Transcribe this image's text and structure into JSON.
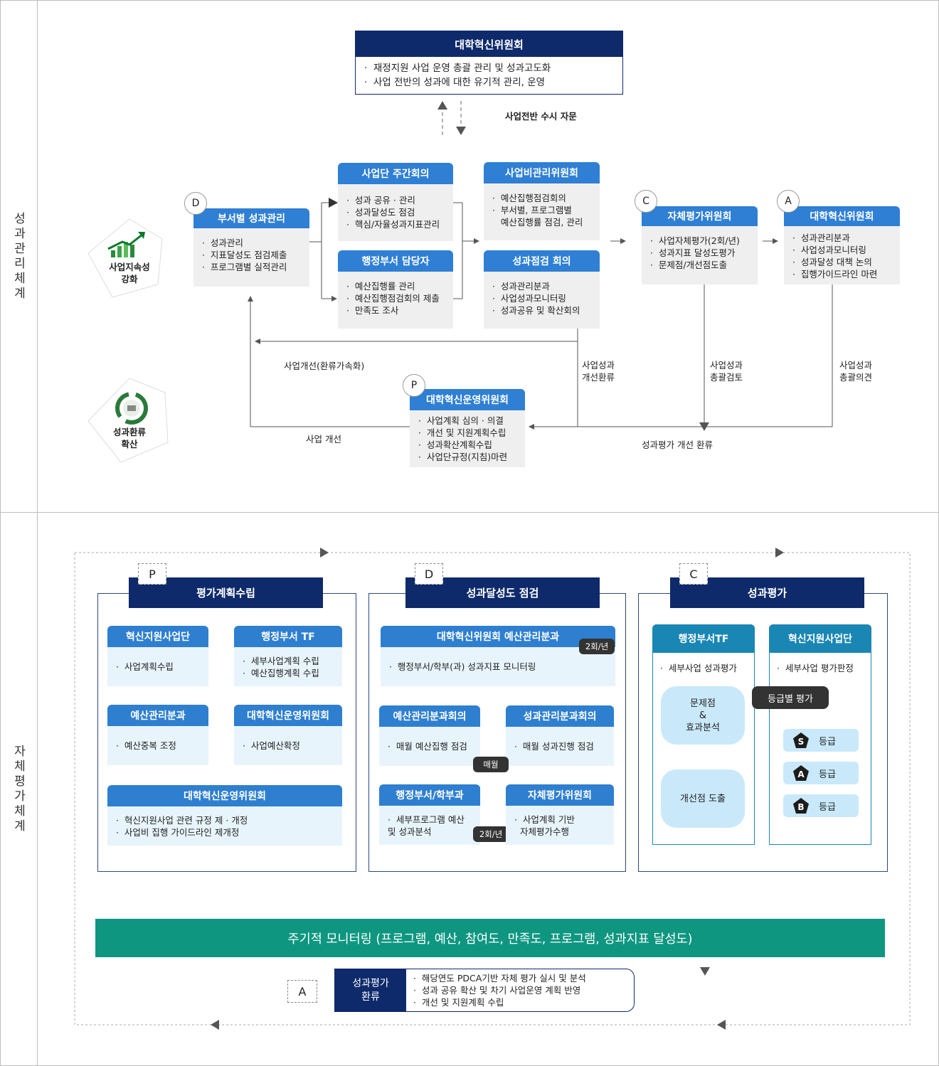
{
  "top": {
    "side_label": "성과관리체계",
    "committee": {
      "title": "대학혁신위원회",
      "items": [
        "재정지원 사업 운영 총괄 관리 및 성과고도화",
        "사업 전반의 성과에 대한 유기적 관리, 운영"
      ]
    },
    "advisory_label": "사업전반 수시 자문",
    "pentagon1": {
      "line1": "사업지속성",
      "line2": "강화"
    },
    "pentagon2": {
      "line1": "성과환류",
      "line2": "확산"
    },
    "dept": {
      "letter": "D",
      "title": "부서별 성과관리",
      "items": [
        "성과관리",
        "지표달성도 점검제출",
        "프로그램별 실적관리"
      ]
    },
    "weekly": {
      "title": "사업단 주간회의",
      "items": [
        "성과 공유 · 관리",
        "성과달성도 점검",
        "핵심/자율성과지표관리"
      ]
    },
    "admin": {
      "title": "행정부서 담당자",
      "items": [
        "예산집행률 관리",
        "예산집행점검회의 제출",
        "만족도 조사"
      ]
    },
    "budget": {
      "title": "사업비관리위원회",
      "items": [
        "예산집행점검회의",
        "부서별, 프로그램별",
        "예산집행률 점검, 관리"
      ]
    },
    "check": {
      "title": "성과점검 회의",
      "items": [
        "성과관리분과",
        "사업성과모니터링",
        "성과공유 및 확산회의"
      ]
    },
    "selfeval": {
      "letter": "C",
      "title": "자체평가위원회",
      "items": [
        "사업자체평가(2회/년)",
        "성과지표 달성도평가",
        "문제점/개선점도출"
      ]
    },
    "innov": {
      "letter": "A",
      "title": "대학혁신위원회",
      "items": [
        "성과관리분과",
        "사업성과모니터링",
        "성과달성 대책 논의",
        "집행가이드라인 마련"
      ]
    },
    "oper": {
      "letter": "P",
      "title": "대학혁신운영위원회",
      "items": [
        "사업계획 심의 · 의결",
        "개선 및 지원계획수립",
        "성과확산계획수립",
        "사업단규정(지침)마련"
      ]
    },
    "label_improve_loop": "사업개선(환류가속화)",
    "label_feedback1": {
      "line1": "사업성과",
      "line2": "개선환류"
    },
    "label_feedback2": {
      "line1": "사업성과",
      "line2": "총괄검토"
    },
    "label_feedback3": {
      "line1": "사업성과",
      "line2": "총괄의견"
    },
    "label_improve": "사업 개선",
    "label_eval_feedback": "성과평가 개선 환류"
  },
  "bottom": {
    "side_label": "자체평가체계",
    "p": {
      "letter": "P",
      "title": "평가계획수립",
      "b1": {
        "title": "혁신지원사업단",
        "items": [
          "사업계획수립"
        ]
      },
      "b2": {
        "title": "행정부서 TF",
        "items": [
          "세부사업계획 수립",
          "예산집행계획 수립"
        ]
      },
      "b3": {
        "title": "예산관리분과",
        "items": [
          "예산중복 조정"
        ]
      },
      "b4": {
        "title": "대학혁신운영위원회",
        "items": [
          "사업예산확정"
        ]
      },
      "b5": {
        "title": "대학혁신운영위원회",
        "items": [
          "혁신지원사업 관련 규정 제 · 개정",
          "사업비 집행 가이드라인 제개정"
        ]
      }
    },
    "d": {
      "letter": "D",
      "title": "성과달성도 점검",
      "b1": {
        "title": "대학혁신위원회 예산관리분과",
        "badge": "2회/년",
        "items": [
          "행정부서/학부(과) 성과지표 모니터링"
        ]
      },
      "b2": {
        "title": "예산관리분과회의",
        "items": [
          "매월 예산집행 점검"
        ]
      },
      "b3": {
        "title": "성과관리분과회의",
        "items": [
          "매월 성과진행 점검"
        ]
      },
      "monthly": "매월",
      "b4": {
        "title": "행정부서/학부과",
        "items": [
          "세부프로그램 예산",
          "및 성과분석"
        ],
        "badge": "2회/년"
      },
      "b5": {
        "title": "자체평가위원회",
        "items": [
          "사업계획 기반",
          "자체평가수행"
        ]
      }
    },
    "c": {
      "letter": "C",
      "title": "성과평가",
      "b1": {
        "title": "행정부서TF",
        "item": "세부사업 성과평가"
      },
      "b2": {
        "title": "혁신지원사업단",
        "item": "세부사업 평가판정"
      },
      "blob1": {
        "line1": "문제점",
        "line2": "&",
        "line3": "효과분석"
      },
      "blob2": "개선점 도출",
      "grade_pill": "등급별 평가",
      "grades": [
        {
          "letter": "S",
          "label": "등급"
        },
        {
          "letter": "A",
          "label": "등급"
        },
        {
          "letter": "B",
          "label": "등급"
        }
      ]
    },
    "monitoring": "주기적 모니터링 (프로그램, 예산, 참여도, 만족도, 프로그램, 성과지표 달성도)",
    "a": {
      "letter": "A",
      "title_line1": "성과평가",
      "title_line2": "환류",
      "items": [
        "해당연도 PDCA기반 자체 평가 실시 및 분석",
        "성과 공유 확산 및 차기 사업운영 계획 반영",
        "개선 및 지원계획 수립"
      ]
    }
  },
  "colors": {
    "blue": "#2f7fd4",
    "navy": "#0f2a6b",
    "teal": "#0e9680",
    "light": "#e8f4fc"
  }
}
